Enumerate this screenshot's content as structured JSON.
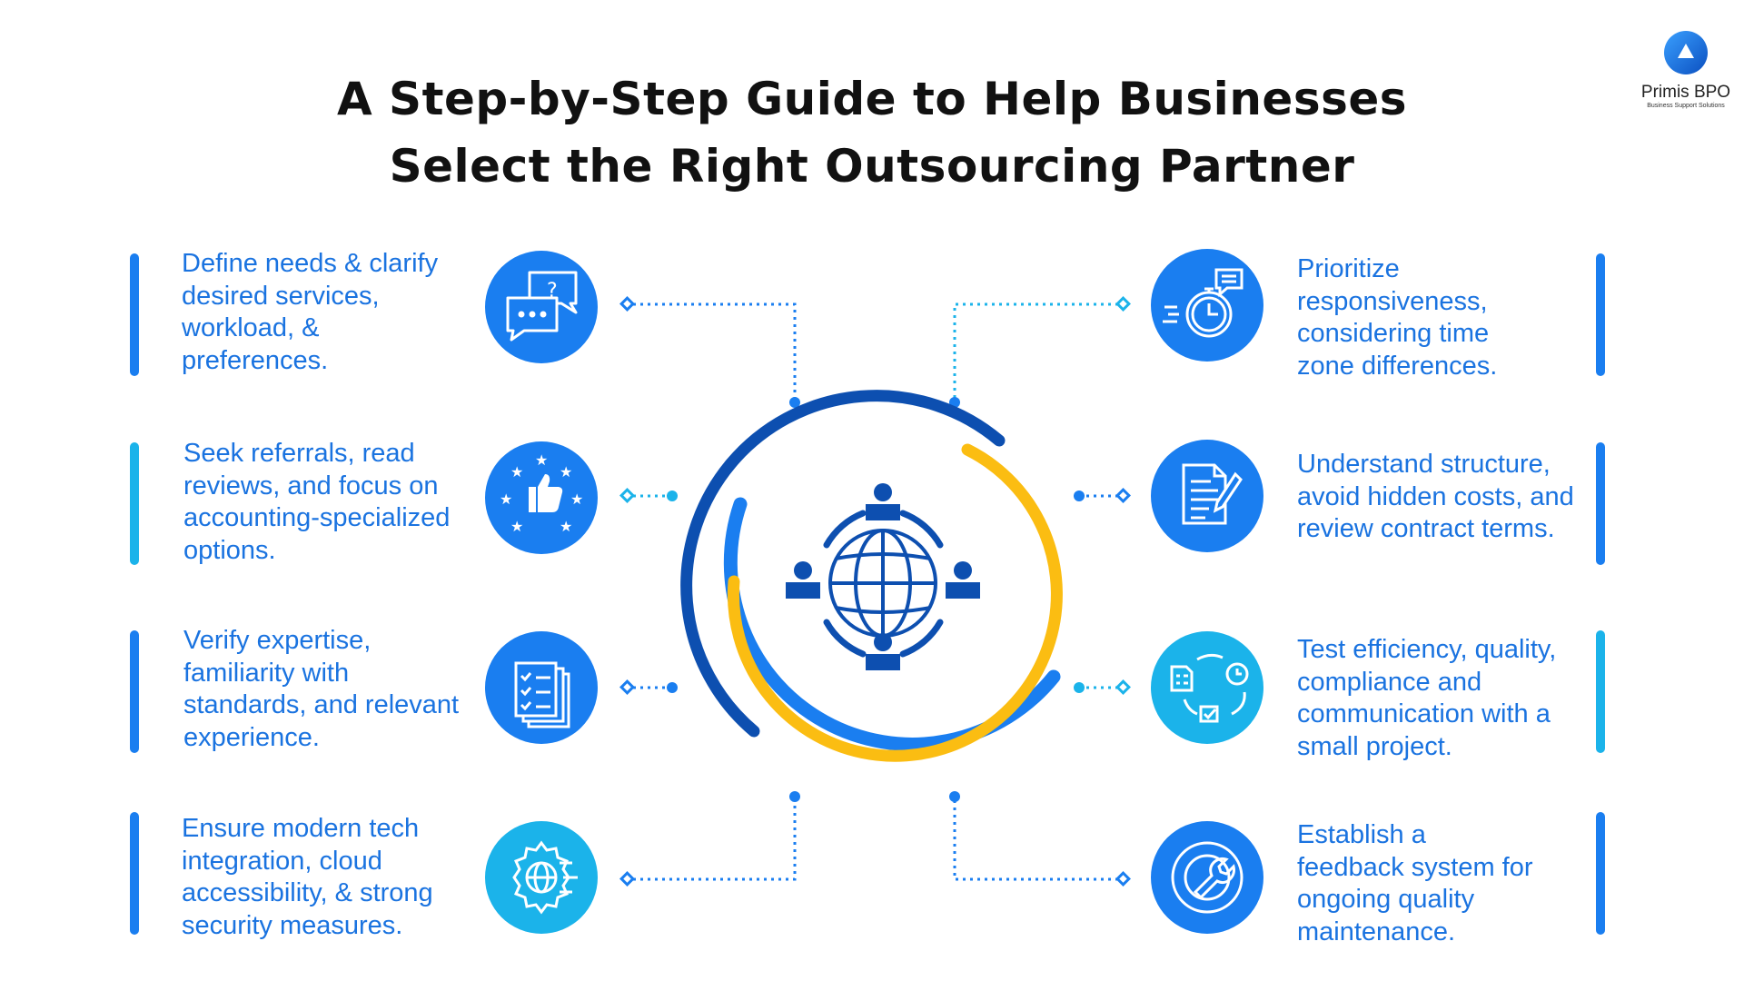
{
  "title": {
    "line1": "A Step-by-Step Guide to Help Businesses",
    "line2": "Select the Right Outsourcing Partner"
  },
  "logo": {
    "name": "Primis BPO",
    "tagline": "Business Support Solutions"
  },
  "colors": {
    "blue": "#1a7ef0",
    "cyan": "#1bb3ea",
    "text": "#1a73e0",
    "dark_blue": "#0d4fb0",
    "yellow": "#fbbd12"
  },
  "left_steps": [
    {
      "text": "Define needs & clarify desired services, workload, & preferences.",
      "icon": "chat-question-icon"
    },
    {
      "text": "Seek referrals, read reviews, and focus on accounting-specialized options.",
      "icon": "thumbs-up-stars-icon"
    },
    {
      "text": "Verify expertise, familiarity with standards, and relevant experience.",
      "icon": "checklist-documents-icon"
    },
    {
      "text": "Ensure modern tech integration, cloud accessibility, & strong security measures.",
      "icon": "gear-globe-icon"
    }
  ],
  "right_steps": [
    {
      "text": "Prioritize responsiveness, considering time zone differences.",
      "icon": "stopwatch-message-icon"
    },
    {
      "text": "Understand structure, avoid hidden costs, and review contract terms.",
      "icon": "contract-sign-icon"
    },
    {
      "text": "Test efficiency, quality, compliance and communication with a small project.",
      "icon": "process-cycle-icon"
    },
    {
      "text": "Establish a feedback system for ongoing quality maintenance.",
      "icon": "wrench-gear-cycle-icon"
    }
  ],
  "center_icon": "global-network-people-icon"
}
